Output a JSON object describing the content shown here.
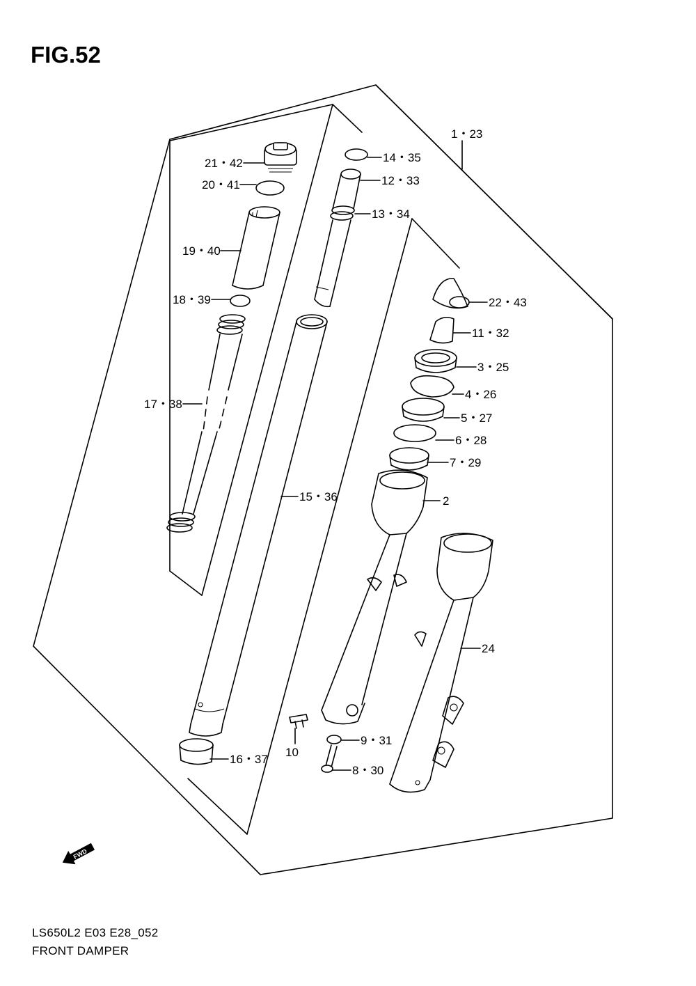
{
  "figure": {
    "title": "FIG.52",
    "model_code": "LS650L2 E03 E28_052",
    "caption": "FRONT DAMPER"
  },
  "fwd_label": "FWD",
  "callouts": [
    {
      "id": "c-1-23",
      "label": "1・23"
    },
    {
      "id": "c-14-35",
      "label": "14・35"
    },
    {
      "id": "c-12-33",
      "label": "12・33"
    },
    {
      "id": "c-13-34",
      "label": "13・34"
    },
    {
      "id": "c-21-42",
      "label": "21・42"
    },
    {
      "id": "c-20-41",
      "label": "20・41"
    },
    {
      "id": "c-19-40",
      "label": "19・40"
    },
    {
      "id": "c-18-39",
      "label": "18・39"
    },
    {
      "id": "c-17-38",
      "label": "17・38"
    },
    {
      "id": "c-22-43",
      "label": "22・43"
    },
    {
      "id": "c-11-32",
      "label": "11・32"
    },
    {
      "id": "c-3-25",
      "label": "3・25"
    },
    {
      "id": "c-4-26",
      "label": "4・26"
    },
    {
      "id": "c-5-27",
      "label": "5・27"
    },
    {
      "id": "c-6-28",
      "label": "6・28"
    },
    {
      "id": "c-7-29",
      "label": "7・29"
    },
    {
      "id": "c-2",
      "label": "2"
    },
    {
      "id": "c-15-36",
      "label": "15・36"
    },
    {
      "id": "c-24",
      "label": "24"
    },
    {
      "id": "c-10",
      "label": "10"
    },
    {
      "id": "c-9-31",
      "label": "9・31"
    },
    {
      "id": "c-8-30",
      "label": "8・30"
    },
    {
      "id": "c-16-37",
      "label": "16・37"
    }
  ]
}
